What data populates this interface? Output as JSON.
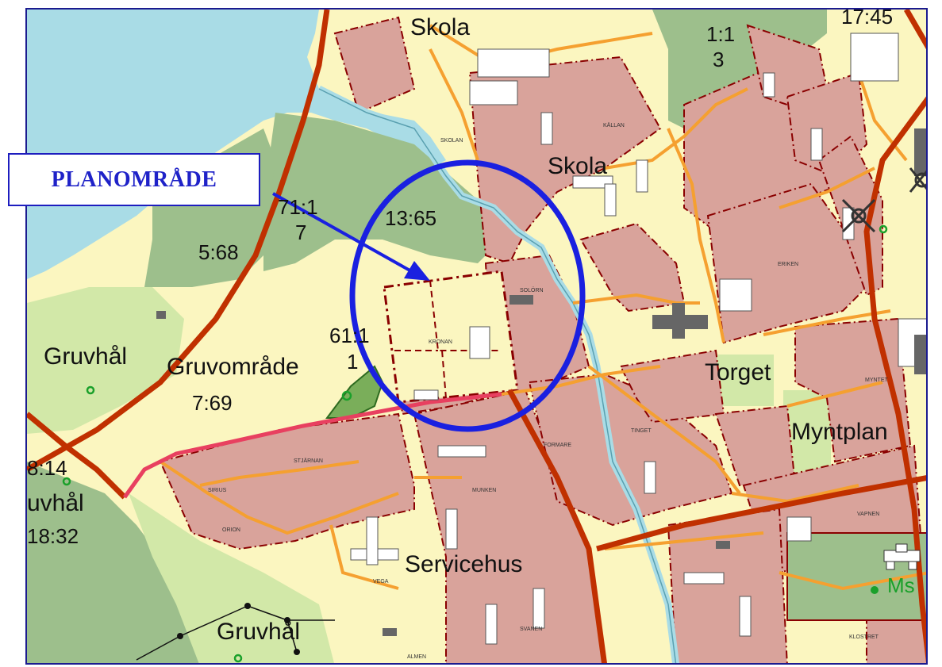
{
  "map": {
    "callout_text": "PLANOMRÅDE",
    "colors": {
      "water": "#a9dce6",
      "residential": "#d9a39b",
      "light_land": "#fbf6c0",
      "forest": "#9dbf8c",
      "meadow": "#d2e8a8",
      "main_road": "#c03000",
      "road": "#f5a030",
      "boundary": "#8a0000",
      "highlight": "#1a20e0",
      "pink_road": "#e84060",
      "building": "#ffffff"
    },
    "labels": {
      "skola_top": "Skola",
      "skola_mid": "Skola",
      "time_top": "17:45",
      "r11_a": "1:1",
      "r11_b": "3",
      "r71_a": "71:1",
      "r71_b": "7",
      "r1365": "13:65",
      "r568": "5:68",
      "r611_a": "61:1",
      "r611_b": "1",
      "gruvhal_left": "Gruvhål",
      "gruvomrade": "Gruvområde",
      "r769": "7:69",
      "torget": "Torget",
      "myntplan": "Myntplan",
      "r814": "8:14",
      "uvhal": "uvhål",
      "r1832": "18:32",
      "servicehus": "Servicehus",
      "gruvhal_bottom": "Gruvhål",
      "ms": "Ms"
    },
    "block_labels": {
      "kronan": "KRONAN",
      "stjarnan": "STJÄRNAN",
      "sirius": "SIRIUS",
      "orion": "ORION",
      "vega": "VEGA",
      "munken": "MUNKEN",
      "formare": "FORMARE",
      "tinget": "TINGET",
      "kallan": "KÄLLAN",
      "klostret": "KLOSTRET",
      "almen": "ALMEN",
      "svanen": "SVANEN",
      "myntet": "MYNTET",
      "vapnen": "VAPNEN",
      "eriken": "ERIKEN",
      "skolan": "SKOLAN",
      "solorn": "SOLÖRN"
    }
  }
}
